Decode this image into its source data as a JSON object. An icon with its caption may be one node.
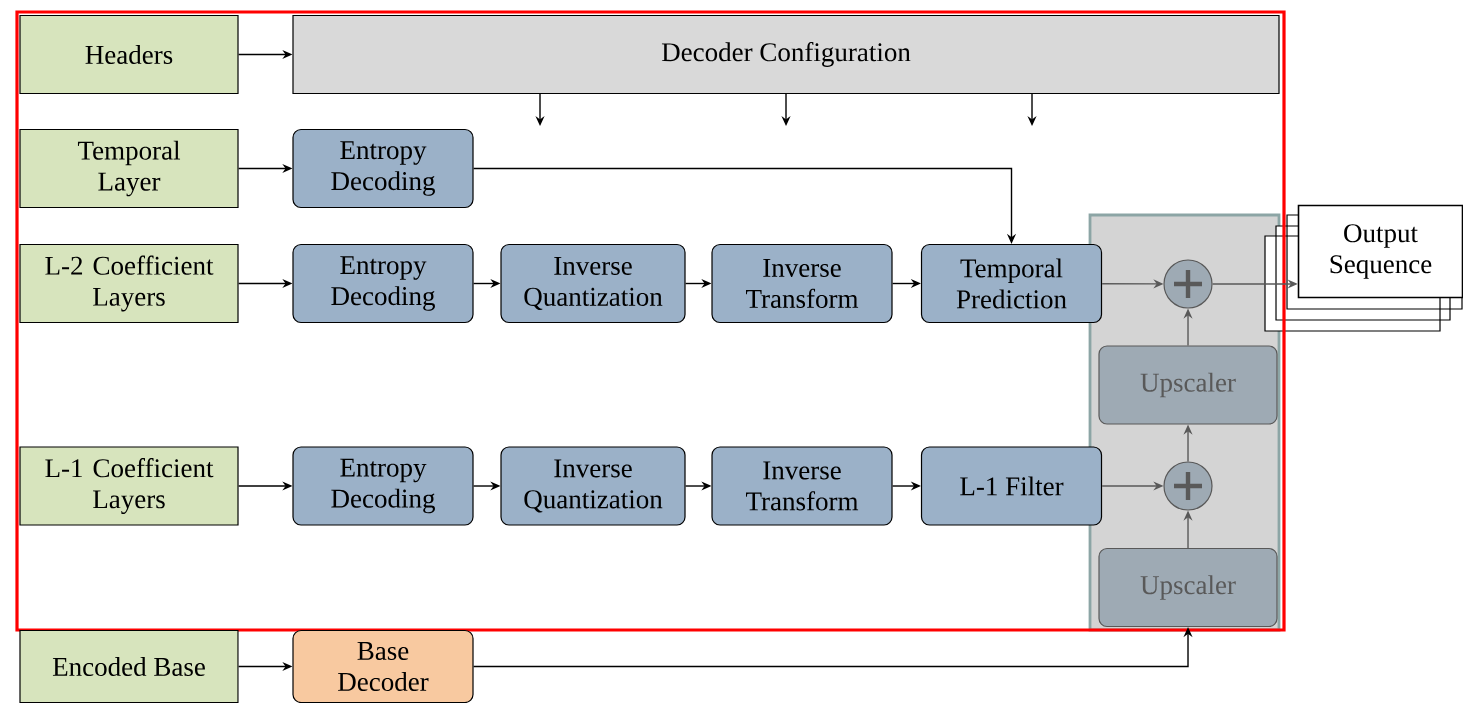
{
  "diagram": {
    "nodes": [
      {
        "text": [
          "Headers"
        ]
      },
      {
        "text": [
          "Decoder Configuration"
        ]
      },
      {
        "text": [
          "Temporal Layer"
        ]
      },
      {
        "text": [
          "Entropy Decoding"
        ]
      },
      {
        "text": [
          "L-2 Coefficient Layers"
        ]
      },
      {
        "text": [
          "Entropy Decoding"
        ]
      },
      {
        "text": [
          "Inverse Quantization"
        ]
      },
      {
        "text": [
          "Inverse Transform"
        ]
      },
      {
        "text": [
          "Temporal Prediction"
        ]
      },
      {
        "text": [
          "L-1 Coefficient Layers"
        ]
      },
      {
        "text": [
          "Entropy Decoding"
        ]
      },
      {
        "text": [
          "Inverse Quantization"
        ]
      },
      {
        "text": [
          "Inverse Transform"
        ]
      },
      {
        "text": [
          "L-1 Filter"
        ]
      },
      {
        "text": [
          "Encoded Base"
        ]
      },
      {
        "text": [
          "Base Decoder"
        ]
      },
      {
        "text": [],
        "shape": "circle"
      },
      {
        "text": [
          "Upscaler"
        ]
      },
      {
        "text": [],
        "shape": "circle"
      },
      {
        "text": [
          "Upscaler"
        ]
      },
      {
        "text": [
          "Output Sequence"
        ]
      }
    ],
    "edges": [
      {
        "from": 0,
        "to": 1,
        "arrow": "to"
      },
      {
        "from": 1,
        "to": null,
        "arrow": "to"
      },
      {
        "from": 1,
        "to": null,
        "arrow": "to"
      },
      {
        "from": 1,
        "to": null,
        "arrow": "to"
      },
      {
        "from": 2,
        "to": 3,
        "arrow": "to"
      },
      {
        "from": 3,
        "to": 8,
        "arrow": "to"
      },
      {
        "from": 4,
        "to": 5,
        "arrow": "to"
      },
      {
        "from": 5,
        "to": 6,
        "arrow": "to"
      },
      {
        "from": 6,
        "to": 7,
        "arrow": "to"
      },
      {
        "from": 7,
        "to": 8,
        "arrow": "to"
      },
      {
        "from": 8,
        "to": 16,
        "arrow": "to",
        "color": "#595959"
      },
      {
        "from": 16,
        "to": 20,
        "arrow": "to",
        "color": "#595959"
      },
      {
        "from": 17,
        "to": 16,
        "arrow": "to",
        "color": "#595959"
      },
      {
        "from": 9,
        "to": 10,
        "arrow": "to"
      },
      {
        "from": 10,
        "to": 11,
        "arrow": "to"
      },
      {
        "from": 11,
        "to": 12,
        "arrow": "to"
      },
      {
        "from": 12,
        "to": 13,
        "arrow": "to"
      },
      {
        "from": 13,
        "to": 18,
        "arrow": "to",
        "color": "#595959"
      },
      {
        "from": 18,
        "to": 17,
        "arrow": "to",
        "color": "#595959"
      },
      {
        "from": 19,
        "to": 18,
        "arrow": "to",
        "color": "#595959"
      },
      {
        "from": 14,
        "to": 15,
        "arrow": "to"
      },
      {
        "from": 15,
        "to": 19,
        "arrow": "to"
      }
    ]
  }
}
